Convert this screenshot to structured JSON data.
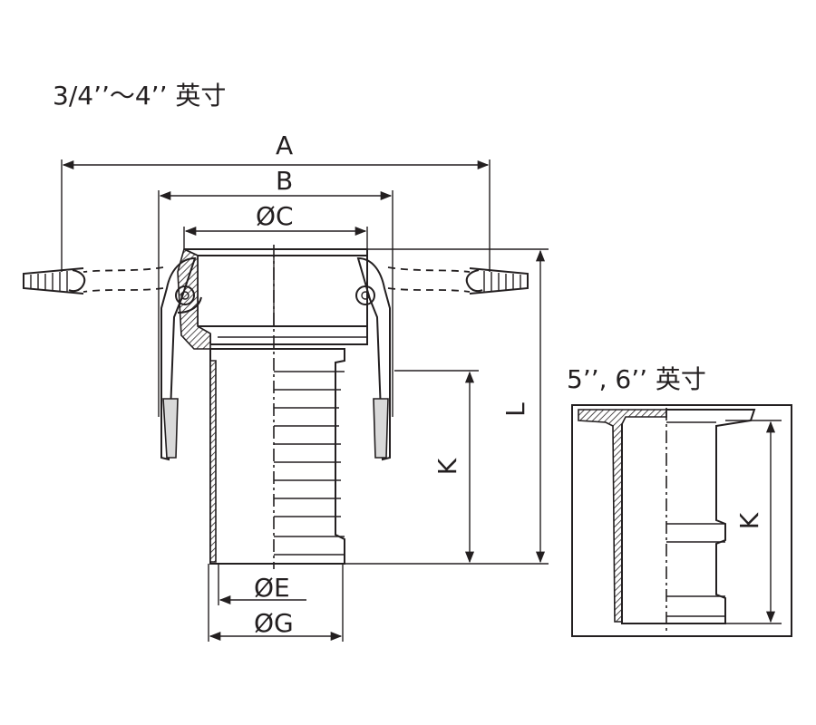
{
  "titles": {
    "main": "3/4’’～4’’ 英寸",
    "inset": "5’’, 6’’ 英寸"
  },
  "dimensions": {
    "A": "A",
    "B": "B",
    "C": "ØC",
    "E": "ØE",
    "G": "ØG",
    "L": "L",
    "K": "K",
    "K_inset": "K"
  }
}
